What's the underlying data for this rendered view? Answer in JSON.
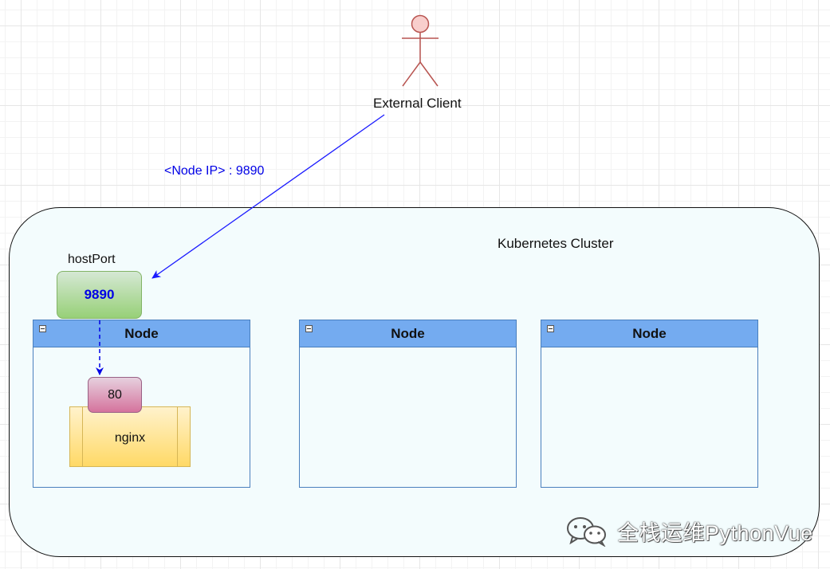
{
  "actor": {
    "label": "External Client"
  },
  "connection": {
    "label": "<Node IP> : 9890"
  },
  "cluster": {
    "title": "Kubernetes Cluster"
  },
  "host_port": {
    "caption": "hostPort",
    "value": "9890"
  },
  "nodes": [
    {
      "label": "Node"
    },
    {
      "label": "Node"
    },
    {
      "label": "Node"
    }
  ],
  "pod": {
    "container_port": "80",
    "name": "nginx"
  },
  "watermark": {
    "text": "全栈运维PythonVue",
    "icon": "wechat-icon"
  },
  "colors": {
    "cluster_fill": "#f3fcfd",
    "node_header": "#74abf0",
    "host_port_fill": "#97d077",
    "container_port_fill": "#d5739d",
    "pod_fill": "#ffd966",
    "actor_stroke": "#b85450",
    "actor_fill": "#f8cecc",
    "edge_blue": "#0000e6"
  }
}
